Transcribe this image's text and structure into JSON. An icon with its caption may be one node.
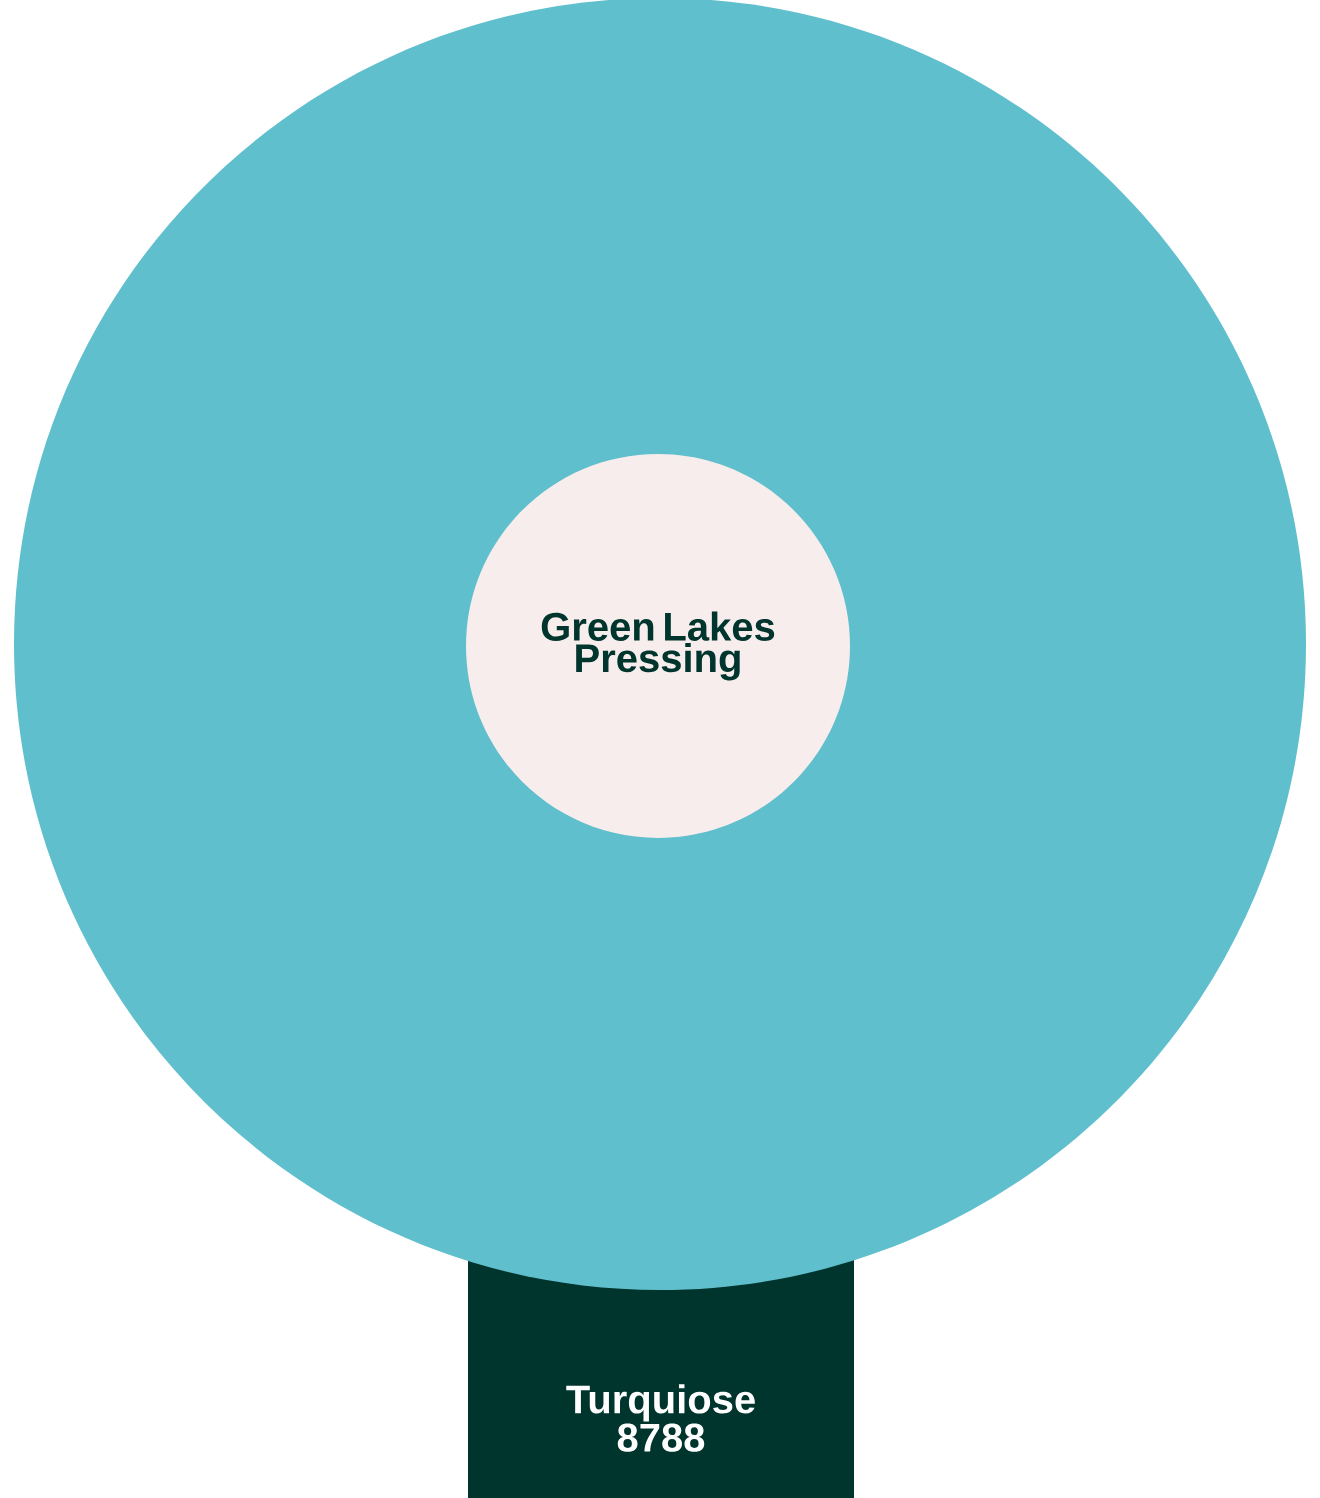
{
  "diagram": {
    "nodes": [
      {
        "text": [],
        "shape": "circle"
      },
      {
        "text": [
          "Green Lakes Pressing"
        ],
        "in": 0
      },
      {
        "text": [
          "Turquiose 8788"
        ]
      }
    ]
  }
}
